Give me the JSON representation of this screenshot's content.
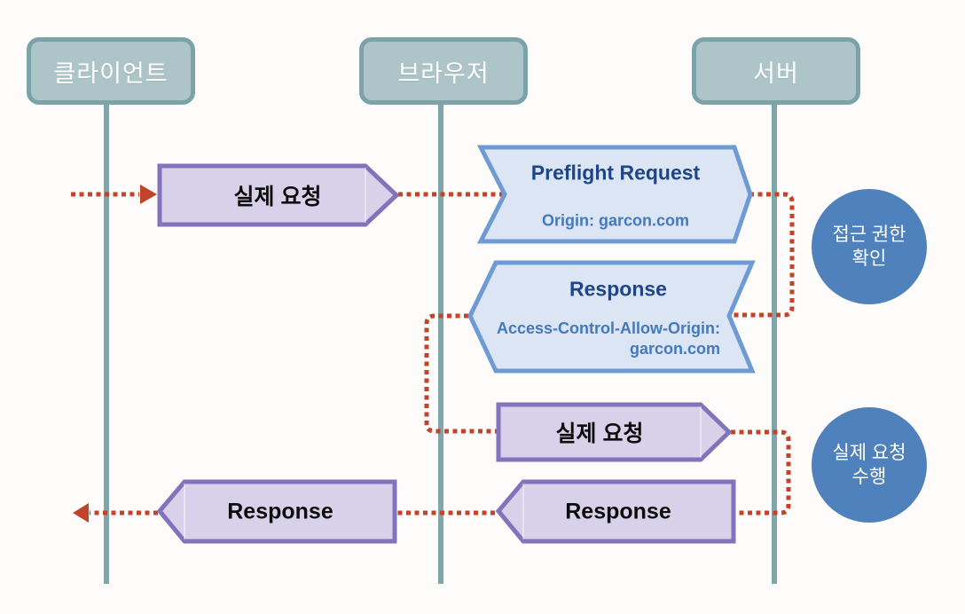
{
  "actors": [
    {
      "label": "클라이언트"
    },
    {
      "label": "브라우저"
    },
    {
      "label": "서버"
    }
  ],
  "messages": {
    "real_request_top": {
      "label": "실제 요청"
    },
    "preflight_request": {
      "title": "Preflight Request",
      "detail": "Origin: garcon.com"
    },
    "preflight_response": {
      "title": "Response",
      "detail_line1": "Access-Control-Allow-Origin:",
      "detail_line2": "garcon.com"
    },
    "real_request_mid": {
      "label": "실제 요청"
    },
    "response_to_browser": {
      "label": "Response"
    },
    "response_to_client": {
      "label": "Response"
    }
  },
  "annotations": {
    "check_permission": {
      "line1": "접근 권한",
      "line2": "확인"
    },
    "perform_request": {
      "line1": "실제 요청",
      "line2": "수행"
    }
  },
  "colors": {
    "actor_fill": "#adc5c8",
    "actor_border": "#7ba3a8",
    "lifeline": "#7fa6ab",
    "purple_fill": "#d7d2e9",
    "purple_border": "#8373bd",
    "blue_fill": "#dbe5f4",
    "blue_border": "#6f9bd4",
    "blue_title": "#1d4587",
    "blue_subtitle": "#4479bd",
    "circle_fill": "#4f81bd",
    "dotted_line": "#c0432a"
  }
}
